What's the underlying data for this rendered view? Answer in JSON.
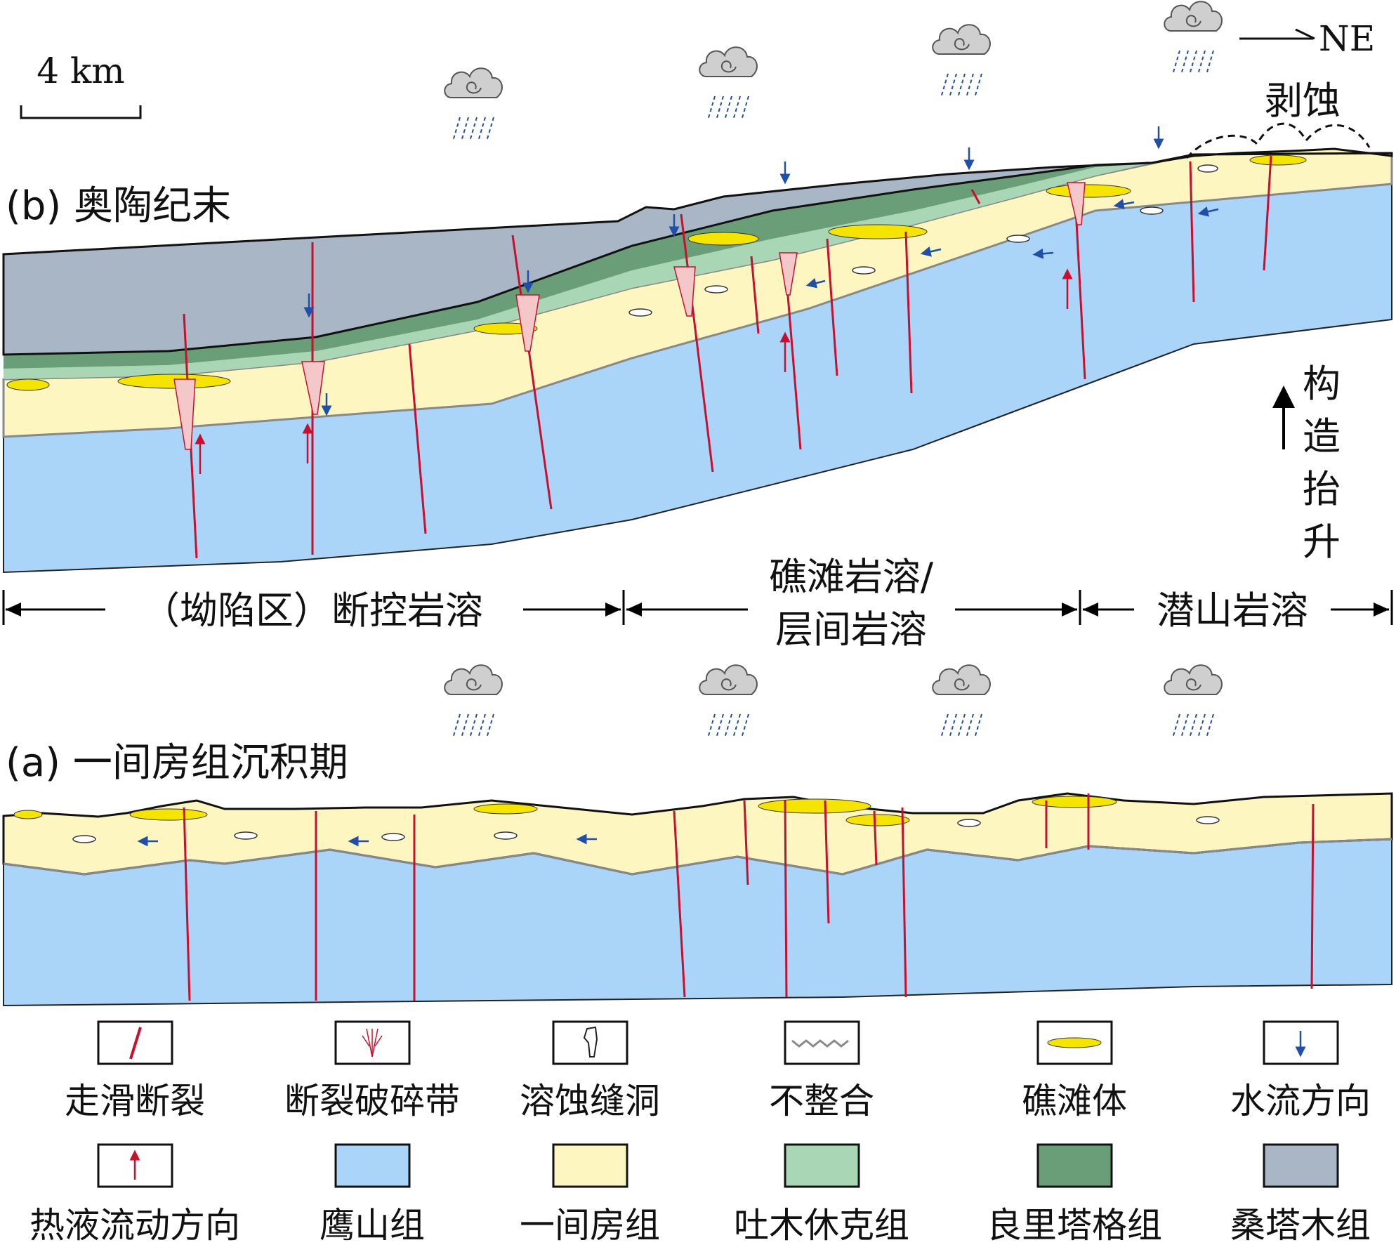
{
  "scale_bar": {
    "label": "4 km"
  },
  "north_arrow": {
    "label": "NE"
  },
  "panel_b": {
    "title": "(b) 奥陶纪末"
  },
  "panel_a": {
    "title": "(a) 一间房组沉积期"
  },
  "erosion_label": "剥蚀",
  "uplift_label": [
    "构",
    "造",
    "抬",
    "升"
  ],
  "zones": [
    {
      "line1": "（坳陷区）断控岩溶",
      "line2": ""
    },
    {
      "line1": "礁滩岩溶/",
      "line2": "层间岩溶"
    },
    {
      "line1": "潜山岩溶",
      "line2": ""
    }
  ],
  "legend": [
    {
      "label": "走滑断裂",
      "symbol": "fault-line",
      "color": "#c8102e"
    },
    {
      "label": "断裂破碎带",
      "symbol": "fracture-zone",
      "color": "#c8102e"
    },
    {
      "label": "溶蚀缝洞",
      "symbol": "dissolution-vug",
      "color": "#ffffff"
    },
    {
      "label": "不整合",
      "symbol": "unconformity",
      "color": "#888888"
    },
    {
      "label": "礁滩体",
      "symbol": "reef-shoal",
      "color": "#f5e400"
    },
    {
      "label": "水流方向",
      "symbol": "water-arrow",
      "color": "#1f4fa8"
    },
    {
      "label": "热液流动方向",
      "symbol": "hydrothermal-arrow",
      "color": "#c8102e"
    },
    {
      "label": "鹰山组",
      "symbol": "swatch",
      "color": "#aad4f8"
    },
    {
      "label": "一间房组",
      "symbol": "swatch",
      "color": "#fdf6c0"
    },
    {
      "label": "吐木休克组",
      "symbol": "swatch",
      "color": "#a9d6b5"
    },
    {
      "label": "良里塔格组",
      "symbol": "swatch",
      "color": "#6a9e78"
    },
    {
      "label": "桑塔木组",
      "symbol": "swatch",
      "color": "#a9b6c6"
    }
  ],
  "colors": {
    "yingshan": "#aad4f8",
    "yijianfang": "#fdf6c0",
    "tumuxiuke": "#a9d6b5",
    "lianglitage": "#6a9e78",
    "sangtamu": "#a9b6c6",
    "reef": "#f5e400",
    "fault": "#c8102e",
    "water": "#1f4fa8"
  }
}
